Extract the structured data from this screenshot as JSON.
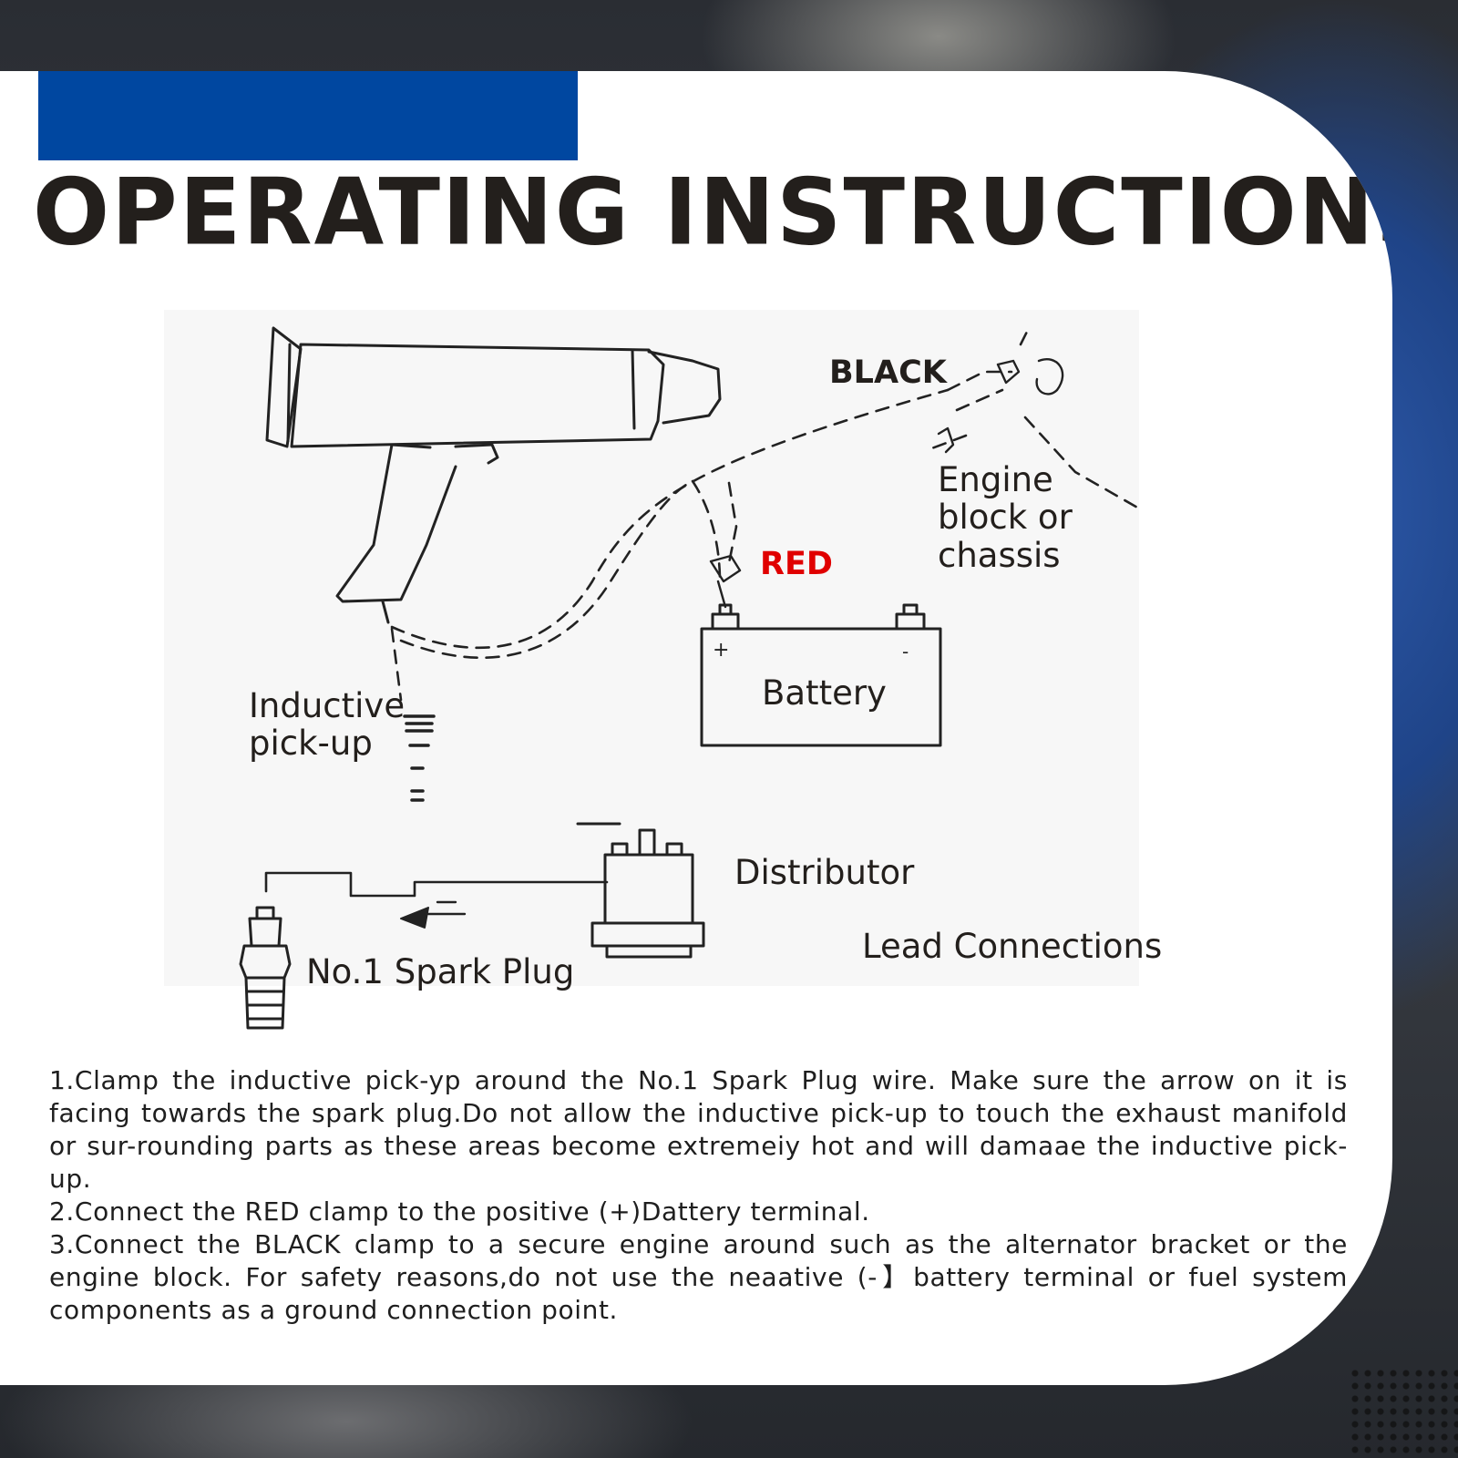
{
  "header": {
    "title": "OPERATING INSTRUCTIONS"
  },
  "colors": {
    "accent": "#0047a0",
    "title_text": "#231f1c",
    "red_label": "#e00000",
    "card_background": "#ffffff"
  },
  "diagram": {
    "labels": {
      "black": "BLACK",
      "red": "RED",
      "engine": "Engine\nblock or\nchassis",
      "battery": "Battery",
      "inductive": "Inductive\npick-up",
      "distributor": "Distributor",
      "lead_connections": "Lead Connections",
      "spark_plug": "No.1 Spark Plug"
    },
    "battery_plus": "+",
    "battery_minus": "-"
  },
  "instructions": [
    "1.Clamp the inductive pick-yp around the No.1 Spark Plug wire. Make sure the arrow on it is facing towards the spark plug.Do not allow the inductive pick-up to touch the exhaust manifold or sur-rounding parts as these areas become extremeiy hot and will damaae the inductive pick-up.",
    "2.Connect the RED clamp to the positive (+)Dattery terminal.",
    "3.Connect the BLACK clamp to a secure engine around such as the alternator bracket or the engine block. For safety reasons,do not use the neaative (-】battery terminal or fuel system components as a ground connection point."
  ]
}
